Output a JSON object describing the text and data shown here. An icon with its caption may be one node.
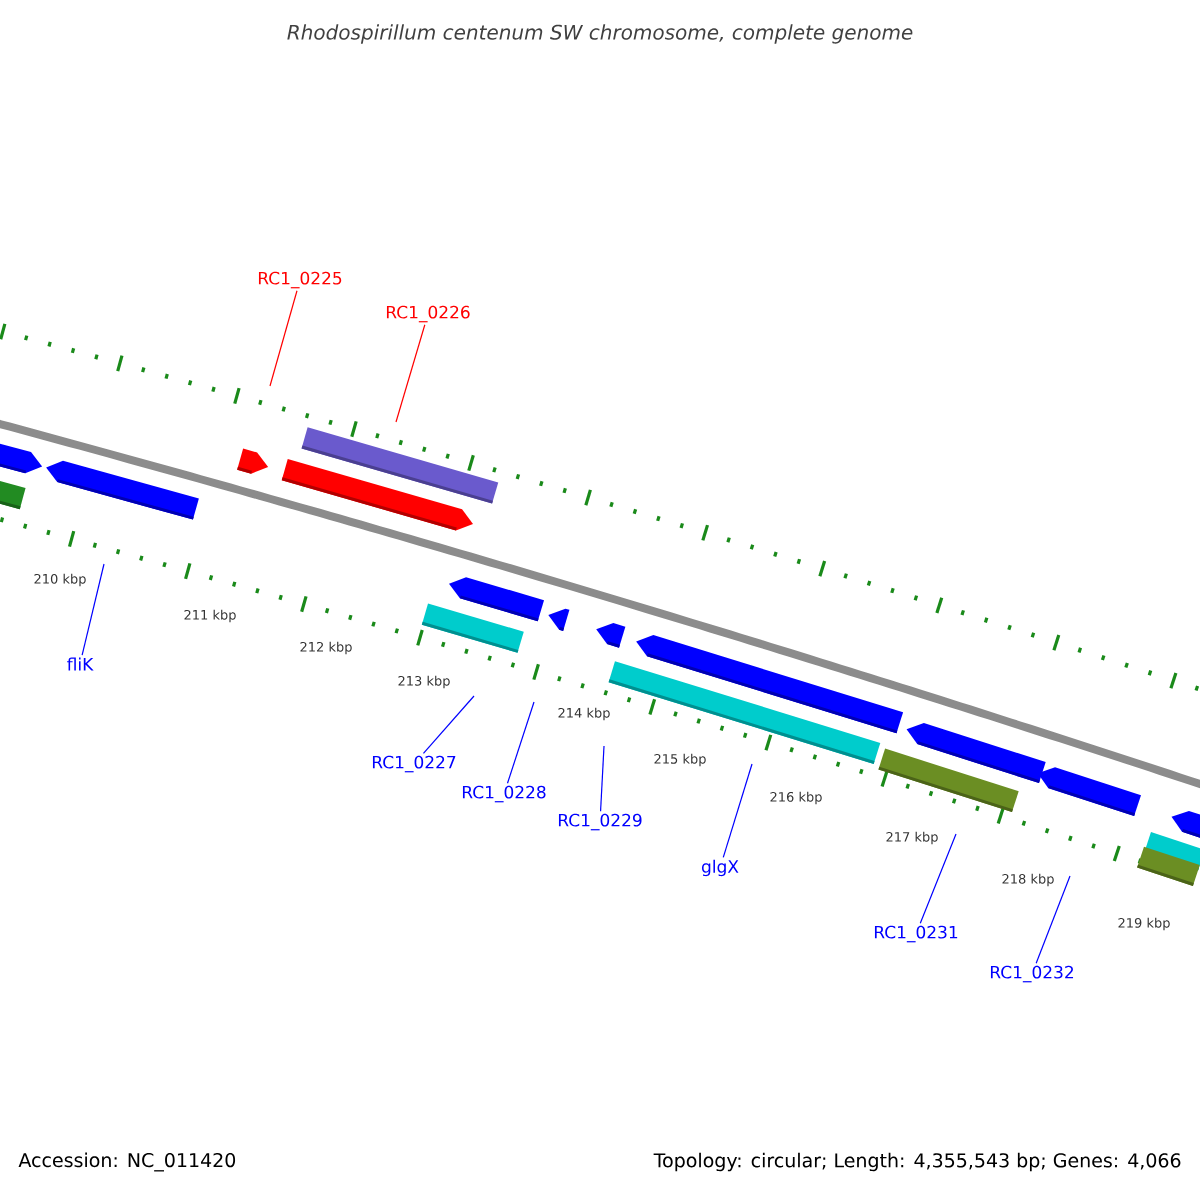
{
  "diagram": {
    "title": "Rhodospirillum centenum SW chromosome, complete genome",
    "nodes": [
      {
        "text": [
          "RC1_0225"
        ]
      },
      {
        "text": [
          "RC1_0226"
        ]
      },
      {
        "text": [
          "fliK"
        ]
      },
      {
        "text": [
          "RC1_0227"
        ]
      },
      {
        "text": [
          "RC1_0228"
        ]
      },
      {
        "text": [
          "RC1_0229"
        ]
      },
      {
        "text": [
          "glgX"
        ]
      },
      {
        "text": [
          "RC1_0231"
        ]
      },
      {
        "text": [
          "RC1_0232"
        ]
      }
    ],
    "edges": [
      {
        "from": 0,
        "to": null,
        "arrow": "none",
        "color": "#ff0000"
      },
      {
        "from": 1,
        "to": null,
        "arrow": "none",
        "color": "#ff0000"
      },
      {
        "from": 2,
        "to": null,
        "arrow": "none"
      },
      {
        "from": 3,
        "to": null,
        "arrow": "none"
      },
      {
        "from": 4,
        "to": null,
        "arrow": "none"
      },
      {
        "from": 5,
        "to": null,
        "arrow": "none"
      },
      {
        "from": 6,
        "to": null,
        "arrow": "none"
      },
      {
        "from": 7,
        "to": null,
        "arrow": "none"
      },
      {
        "from": 8,
        "to": null,
        "arrow": "none"
      }
    ],
    "labels": [
      "210 kbp",
      "211 kbp",
      "212 kbp",
      "213 kbp",
      "214 kbp",
      "215 kbp",
      "216 kbp",
      "217 kbp",
      "218 kbp",
      "219 kbp",
      "Accession: NC_011420",
      "Topology: circular; Length: 4,355,543 bp; Genes: 4,066"
    ]
  }
}
